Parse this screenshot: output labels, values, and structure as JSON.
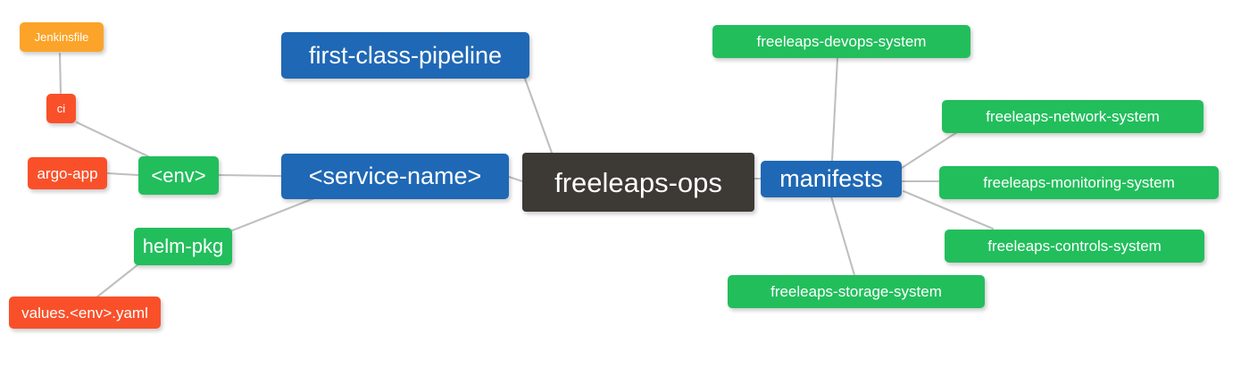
{
  "diagram": {
    "type": "mindmap",
    "title": "freeleaps-ops",
    "background": "#ffffff",
    "edge_color": "#bfbfbf"
  },
  "palette": {
    "root_dark": "#3d3935",
    "blue": "#1f68b5",
    "green": "#22be5c",
    "orange": "#fba429",
    "red": "#f9502a",
    "edge": "#bfbfbf",
    "text": "#ffffff"
  },
  "nodes": {
    "root": {
      "label": "freeleaps-ops"
    },
    "first_class_pipeline": {
      "label": "first-class-pipeline"
    },
    "service_name": {
      "label": "<service-name>"
    },
    "manifests": {
      "label": "manifests"
    },
    "env": {
      "label": "<env>"
    },
    "helm_pkg": {
      "label": "helm-pkg"
    },
    "jenkinsfile": {
      "label": "Jenkinsfile"
    },
    "ci": {
      "label": "ci"
    },
    "argo_app": {
      "label": "argo-app"
    },
    "values_yaml": {
      "label": "values.<env>.yaml"
    },
    "devops_system": {
      "label": "freeleaps-devops-system"
    },
    "network_system": {
      "label": "freeleaps-network-system"
    },
    "monitoring_system": {
      "label": "freeleaps-monitoring-system"
    },
    "controls_system": {
      "label": "freeleaps-controls-system"
    },
    "storage_system": {
      "label": "freeleaps-storage-system"
    }
  },
  "edges": [
    {
      "from": "root",
      "to": "first_class_pipeline"
    },
    {
      "from": "root",
      "to": "service_name"
    },
    {
      "from": "root",
      "to": "manifests"
    },
    {
      "from": "service_name",
      "to": "env"
    },
    {
      "from": "service_name",
      "to": "helm_pkg"
    },
    {
      "from": "env",
      "to": "ci"
    },
    {
      "from": "env",
      "to": "argo_app"
    },
    {
      "from": "ci",
      "to": "jenkinsfile"
    },
    {
      "from": "helm_pkg",
      "to": "values_yaml"
    },
    {
      "from": "manifests",
      "to": "devops_system"
    },
    {
      "from": "manifests",
      "to": "network_system"
    },
    {
      "from": "manifests",
      "to": "monitoring_system"
    },
    {
      "from": "manifests",
      "to": "controls_system"
    },
    {
      "from": "manifests",
      "to": "storage_system"
    }
  ]
}
